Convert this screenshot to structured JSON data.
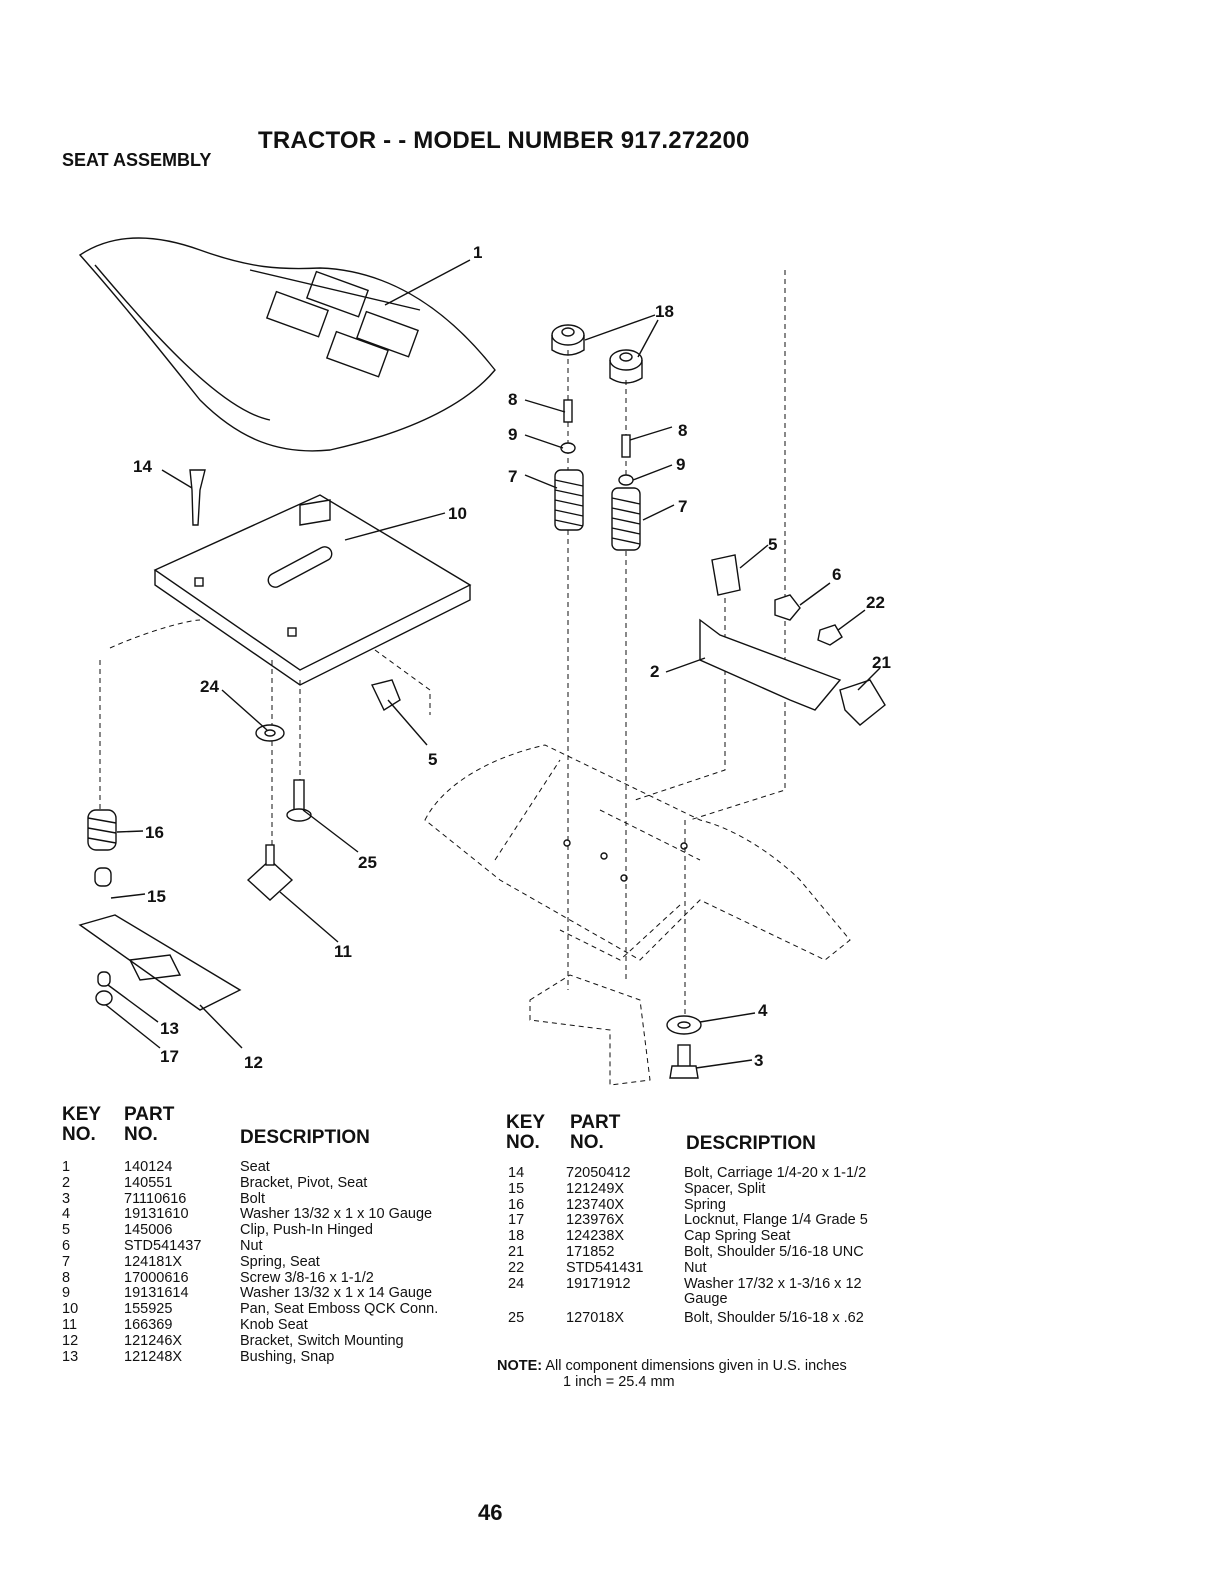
{
  "header": {
    "title": "TRACTOR - - MODEL NUMBER 917.272200",
    "subtitle": "SEAT ASSEMBLY"
  },
  "diagram": {
    "callouts": [
      "1",
      "18",
      "8",
      "8",
      "9",
      "9",
      "7",
      "7",
      "5",
      "6",
      "22",
      "21",
      "2",
      "10",
      "14",
      "24",
      "5",
      "25",
      "16",
      "15",
      "11",
      "13",
      "17",
      "12",
      "4",
      "3"
    ]
  },
  "table": {
    "headers": {
      "key_top": "KEY",
      "key_bottom": "NO.",
      "part_top": "PART",
      "part_bottom": "NO.",
      "desc": "DESCRIPTION"
    },
    "left": [
      {
        "key": "1",
        "part": "140124",
        "desc": "Seat"
      },
      {
        "key": "2",
        "part": "140551",
        "desc": "Bracket, Pivot, Seat"
      },
      {
        "key": "3",
        "part": "71110616",
        "desc": "Bolt"
      },
      {
        "key": "4",
        "part": "19131610",
        "desc": "Washer 13/32 x 1 x 10 Gauge"
      },
      {
        "key": "5",
        "part": "145006",
        "desc": "Clip, Push-In Hinged"
      },
      {
        "key": "6",
        "part": "STD541437",
        "desc": "Nut"
      },
      {
        "key": "7",
        "part": "124181X",
        "desc": "Spring, Seat"
      },
      {
        "key": "8",
        "part": "17000616",
        "desc": "Screw 3/8-16 x 1-1/2"
      },
      {
        "key": "9",
        "part": "19131614",
        "desc": "Washer 13/32 x 1 x 14 Gauge"
      },
      {
        "key": "10",
        "part": "155925",
        "desc": "Pan, Seat Emboss QCK Conn."
      },
      {
        "key": "11",
        "part": "166369",
        "desc": "Knob Seat"
      },
      {
        "key": "12",
        "part": "121246X",
        "desc": "Bracket, Switch Mounting"
      },
      {
        "key": "13",
        "part": "121248X",
        "desc": "Bushing, Snap"
      }
    ],
    "right": [
      {
        "key": "14",
        "part": "72050412",
        "desc": "Bolt, Carriage 1/4-20 x 1-1/2"
      },
      {
        "key": "15",
        "part": "121249X",
        "desc": "Spacer, Split"
      },
      {
        "key": "16",
        "part": "123740X",
        "desc": "Spring"
      },
      {
        "key": "17",
        "part": "123976X",
        "desc": "Locknut, Flange 1/4 Grade 5"
      },
      {
        "key": "18",
        "part": "124238X",
        "desc": "Cap Spring Seat"
      },
      {
        "key": "21",
        "part": "171852",
        "desc": "Bolt, Shoulder 5/16-18 UNC"
      },
      {
        "key": "22",
        "part": "STD541431",
        "desc": "Nut"
      },
      {
        "key": "24",
        "part": "19171912",
        "desc": "Washer 17/32 x 1-3/16 x 12"
      },
      {
        "key": "",
        "part": "",
        "desc": "Gauge"
      },
      {
        "key": "25",
        "part": "127018X",
        "desc": "Bolt, Shoulder 5/16-18 x .62"
      }
    ]
  },
  "note": {
    "label": "NOTE:",
    "line1": "All component dimensions given in U.S. inches",
    "line2": "1 inch = 25.4 mm"
  },
  "page_number": "46"
}
